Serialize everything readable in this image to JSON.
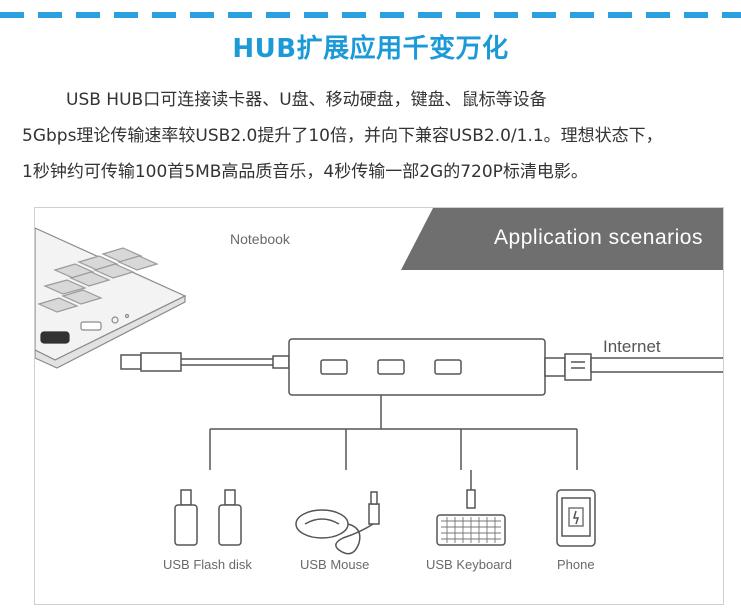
{
  "header": {
    "title": "HUB扩展应用千变万化"
  },
  "description": {
    "line1": "USB HUB口可连接读卡器、U盘、移动硬盘，键盘、鼠标等设备",
    "line2": "5Gbps理论传输速率较USB2.0提升了10倍，并向下兼容USB2.0/1.1。理想状态下，",
    "line3": "1秒钟约可传输100首5MB高品质音乐，4秒传输一部2G的720P标清电影。"
  },
  "diagram": {
    "banner": "Application scenarios",
    "notebook": "Notebook",
    "internet": "Internet",
    "devices": [
      {
        "label": "USB Flash disk",
        "icon": "usb-flash-disk-icon"
      },
      {
        "label": "USB Mouse",
        "icon": "mouse-icon"
      },
      {
        "label": "USB Keyboard",
        "icon": "keyboard-icon"
      },
      {
        "label": "Phone",
        "icon": "phone-icon"
      }
    ]
  },
  "colors": {
    "accent": "#1c9ad8",
    "banner": "#6f6f6f",
    "line_art": "#555555"
  }
}
